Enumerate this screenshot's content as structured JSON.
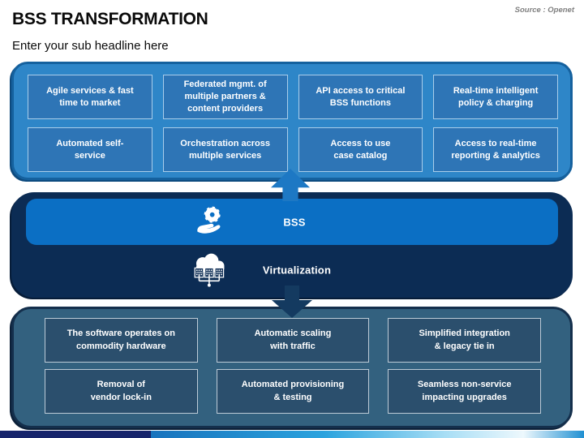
{
  "header": {
    "title": "BSS TRANSFORMATION",
    "subtitle": "Enter your sub headline here",
    "source": "Source : Openet"
  },
  "top_panel": {
    "items": [
      "Agile services & fast\ntime to market",
      "Federated mgmt. of\nmultiple partners &\ncontent providers",
      "API access to critical\nBSS functions",
      "Real-time intelligent\npolicy & charging",
      "Automated self-\nservice",
      "Orchestration across\nmultiple services",
      "Access to use\ncase catalog",
      "Access to real-time\nreporting & analytics"
    ]
  },
  "middle": {
    "bss_label": "BSS",
    "virtualization_label": "Virtualization",
    "bss_icon": "gear-in-hand-icon",
    "virtualization_icon": "cloud-servers-icon"
  },
  "bottom_panel": {
    "items": [
      "The software operates on\ncommodity hardware",
      "Automatic scaling\nwith traffic",
      "Simplified integration\n& legacy tie in",
      "Removal of\nvendor lock-in",
      "Automated provisioning\n& testing",
      "Seamless non-service\nimpacting upgrades"
    ]
  },
  "colors": {
    "top_panel_bg": "#2E86C8",
    "top_box_bg": "#2E75B6",
    "mid_band_bg": "#0C2C54",
    "bss_band_bg": "#0B6FC4",
    "up_arrow": "#1D78C4",
    "down_arrow": "#143A60",
    "bottom_panel_bg": "#33617F",
    "bottom_box_bg": "#2B4F6D",
    "footer_navy": "#16246B",
    "footer_blue": "#2BA3DE"
  }
}
